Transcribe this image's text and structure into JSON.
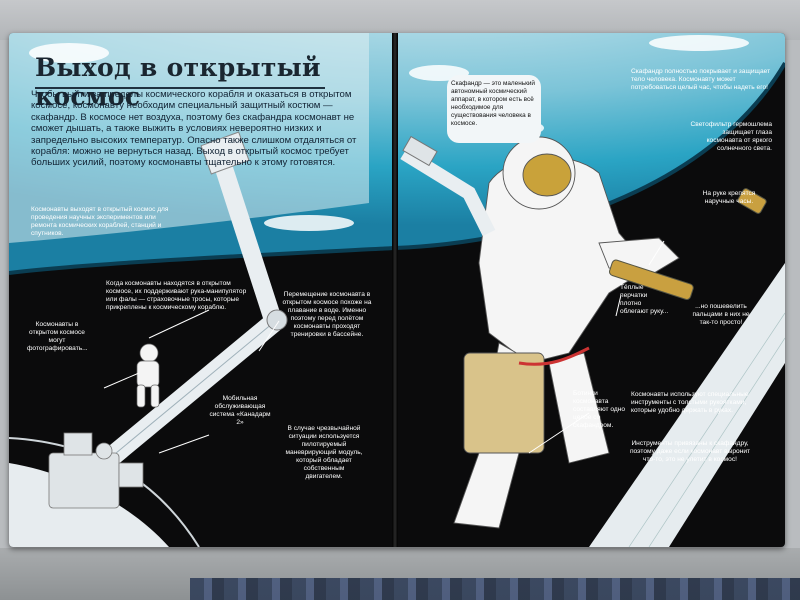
{
  "colors": {
    "space": "#0b0b0c",
    "earth_ocean": "#2aa4c4",
    "earth_cloud": "#eef4f6",
    "title": "#1a2630",
    "callout_panel": "#f2f6f8"
  },
  "icons": [
    "earth-illustration",
    "astronaut-illustration",
    "spaceship-illustration",
    "robotic-arm-illustration",
    "manipulator-tool-illustration"
  ],
  "left_page": {
    "title": "Выход в открытый космос",
    "intro": "Чтобы выйти за пределы космического корабля и оказаться в открытом космосе, космонавту необходим специальный защитный костюм — скафандр. В космосе нет воздуха, поэтому без скафандра космонавт не сможет дышать, а также выжить в условиях невероятно низких и запредельно высоких температур. Опасно также слишком отдаляться от корабля: можно не вернуться назад. Выход в открытый космос требует больших усилий, поэтому космонавты тщательно к этому готовятся.",
    "side_note": "Космонавты выходят в открытый космос для проведения научных экспериментов или ремонта космических кораблей, станций и спутников.",
    "photo_note": "Космонавты в открытом космосе могут фотографировать...",
    "tether_note": "Когда космонавты находятся в открытом космосе, их поддерживают рука-манипулятор или фалы — страховочные тросы, которые прикреплены к космическому кораблю.",
    "float_note": "Перемещение космонавта в открытом космосе похоже на плавание в воде. Именно поэтому перед полётом космонавты проходят тренировки в бассейне.",
    "arm_note": "Мобильная обслуживающая система «Канадарм 2»",
    "emergency_note": "В случае чрезвычайной ситуации используется пилотируемый маневрирующий модуль, который обладает собственным двигателем."
  },
  "right_page": {
    "suit_note": "Скафандр — это маленький автономный космический аппарат, в котором есть всё необходимое для существования человека в космосе.",
    "cover_note": "Скафандр полностью покрывает и защищает тело человека. Космонавту может потребоваться целый час, чтобы надеть его!",
    "visor_note": "Светофильтр гермошлема защищает глаза космонавта от яркого солнечного света.",
    "watch_note": "На руке крепятся наручные часы.",
    "gloves_note": "Тёплые перчатки плотно облегают руку...",
    "squeeze_note": "...но пошевелить пальцами в них не так-то просто!",
    "tools_note": "Космонавты используют специальные инструменты с толстыми рукоятками, которые удобно держать в руках.",
    "boots_note": "Ботинки космонавта составляют одно целое со скафандром.",
    "tethers_note": "Инструменты привязаны к скафандру, поэтому даже если космонавт выронит что-то, это не улетит в космос!"
  }
}
